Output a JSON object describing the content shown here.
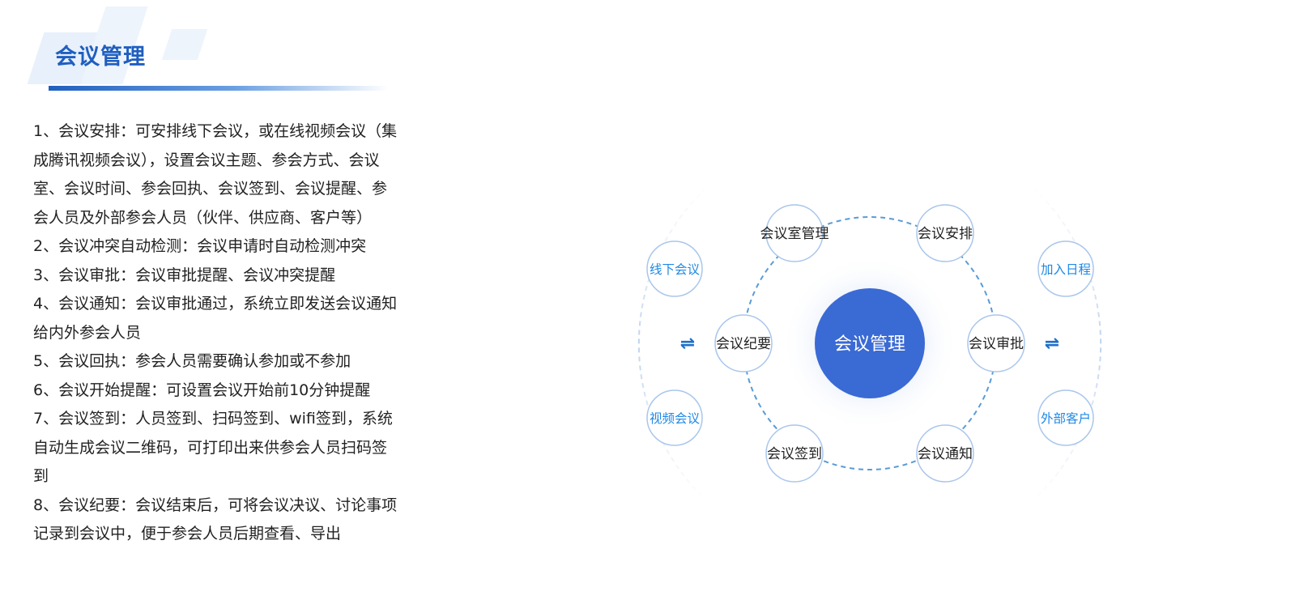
{
  "header": {
    "title": "会议管理"
  },
  "items": [
    "1、会议安排：可安排线下会议，或在线视频会议（集成腾讯视频会议），设置会议主题、参会方式、会议室、会议时间、参会回执、会议签到、会议提醒、参会人员及外部参会人员（伙伴、供应商、客户等）",
    "2、会议冲突自动检测：会议申请时自动检测冲突",
    "3、会议审批：会议审批提醒、会议冲突提醒",
    "4、会议通知：会议审批通过，系统立即发送会议通知给内外参会人员",
    "5、会议回执：参会人员需要确认参加或不参加",
    "6、会议开始提醒：可设置会议开始前10分钟提醒",
    "7、会议签到：人员签到、扫码签到、wifi签到，系统自动生成会议二维码，可打印出来供参会人员扫码签到",
    "8、会议纪要：会议结束后，可将会议决议、讨论事项记录到会议中，便于参会人员后期查看、导出"
  ],
  "diagram": {
    "center": "会议管理",
    "inner_nodes": [
      "会议室管理",
      "会议安排",
      "会议审批",
      "会议通知",
      "会议签到",
      "会议纪要"
    ],
    "outer_nodes": [
      "线下会议",
      "视频会议",
      "加入日程",
      "外部客户"
    ],
    "exchange_symbol": "⇌"
  },
  "colors": {
    "title": "#1f5fbf",
    "center_fill": "#3a6ad4",
    "node_border": "#a9c6ec",
    "outer_text": "#1e88e5",
    "dashed_ring": "#5b9bd5",
    "arrow": "#1e6fc8"
  }
}
